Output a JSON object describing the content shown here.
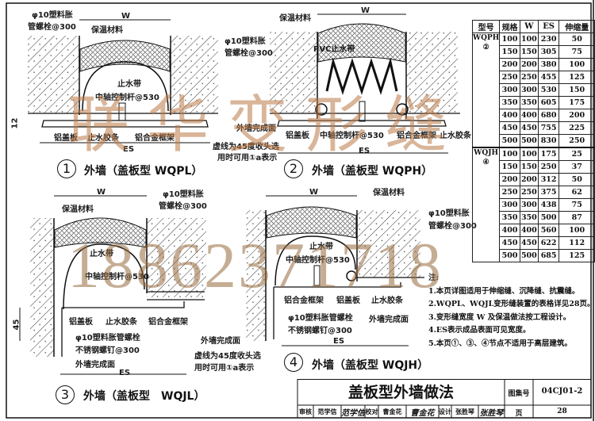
{
  "details": [
    {
      "number": "1",
      "title": "外墙（盖板型 WQPL）",
      "labels": {
        "anchor1": "φ10塑料胀",
        "anchor2": "管螺栓@300",
        "insulation": "保温材料",
        "waterstop": "止水带",
        "rod": "中轴控制杆@530",
        "dim12": "12",
        "cover": "铝盖板",
        "strip": "止水胶条",
        "frame": "铝合金框架",
        "es": "ES",
        "w": "W"
      }
    },
    {
      "number": "2",
      "title": "外墙（盖板型 WQPH）",
      "labels": {
        "insulation": "保温材料",
        "anchor1": "φ10塑料胀",
        "anchor2": "管螺栓@300",
        "pvc": "PVC止水带",
        "finish": "外墙完成面",
        "cover": "铝盖板",
        "rod": "中轴控制杆@530",
        "frame": "铝合金框架",
        "strip": "止水胶条",
        "note1": "虚线为45度收头选",
        "note2": "用时可用①a表示",
        "es": "ES",
        "w": "W"
      }
    },
    {
      "number": "3",
      "title": "外墙（盖板型　WQJL）",
      "labels": {
        "anchor1": "φ10塑料胀",
        "anchor2": "管螺栓@300",
        "insulation": "保温材料",
        "waterstop": "止水带",
        "rod": "中轴控制杆@530",
        "dim45": "45",
        "cover": "铝盖板",
        "strip": "止水胶条",
        "frame": "铝合金框架",
        "bolt1": "φ10塑料胀管螺栓",
        "bolt2": "不锈钢螺钉@300",
        "finish": "外墙完成面",
        "finish2": "外墙完成面",
        "note1": "虚线为45度收头选",
        "note2": "用时可用①a表示",
        "es": "ES",
        "w": "W"
      }
    },
    {
      "number": "4",
      "title": "外墙（盖板型 WQJH）",
      "labels": {
        "insulation": "保温材料",
        "anchor1": "φ10塑料胀",
        "anchor2": "管螺栓@300",
        "waterstop": "止水带",
        "rod": "中轴控制杆@530",
        "frame": "铝合金框架",
        "cover": "铝盖板",
        "strip": "止水胶条",
        "bolt1": "φ10塑料胀管螺栓",
        "bolt2": "不锈钢螺钉@300",
        "finish": "外墙完成面",
        "es": "ES",
        "w": "W"
      }
    }
  ],
  "spec_table": {
    "headers": [
      "型号",
      "规格",
      "W",
      "ES",
      "伸缩量"
    ],
    "groups": [
      {
        "model": "WQPH",
        "ref": "②",
        "rows": [
          [
            "100",
            "100",
            "230",
            "50"
          ],
          [
            "150",
            "150",
            "305",
            "75"
          ],
          [
            "200",
            "200",
            "380",
            "100"
          ],
          [
            "250",
            "250",
            "455",
            "125"
          ],
          [
            "300",
            "300",
            "530",
            "150"
          ],
          [
            "350",
            "350",
            "605",
            "175"
          ],
          [
            "400",
            "400",
            "680",
            "200"
          ],
          [
            "450",
            "450",
            "755",
            "225"
          ],
          [
            "500",
            "500",
            "830",
            "250"
          ]
        ]
      },
      {
        "model": "WQJH",
        "ref": "④",
        "rows": [
          [
            "100",
            "100",
            "175",
            "25"
          ],
          [
            "150",
            "150",
            "250",
            "37"
          ],
          [
            "200",
            "200",
            "312",
            "50"
          ],
          [
            "250",
            "250",
            "375",
            "62"
          ],
          [
            "300",
            "300",
            "438",
            "75"
          ],
          [
            "350",
            "350",
            "500",
            "87"
          ],
          [
            "400",
            "400",
            "560",
            "100"
          ],
          [
            "450",
            "450",
            "622",
            "112"
          ],
          [
            "500",
            "500",
            "685",
            "125"
          ]
        ]
      }
    ]
  },
  "notes": {
    "heading": "注:",
    "items": [
      "1.本页详图适用于伸缩缝、沉降缝、抗震缝。",
      "2.WQPL、WQJL变形缝装置的表格详见28页。",
      "3.变形缝宽度 W 及保温做法按工程设计。",
      "4.ES表示成品表面可见宽度。",
      "5.本页①、③、④节点不适用于高层建筑。"
    ]
  },
  "title_block": {
    "title": "盖板型外墙做法",
    "atlas_label": "图集号",
    "atlas_no": "04CJ01-2",
    "review_label": "审核",
    "reviewer": "范学信",
    "reviewer_sig": "范学信",
    "check_label": "校对",
    "checker": "曹金花",
    "checker_sig": "曹金花",
    "design_label": "设计",
    "designer": "张胜琴",
    "designer_sig": "张胜琴",
    "page_label": "页",
    "page_no": "28"
  },
  "watermark": {
    "text1": "联华变形缝",
    "text2": "18862371718"
  },
  "colors": {
    "line": "#111111",
    "watermark_brown": "#b97846"
  }
}
